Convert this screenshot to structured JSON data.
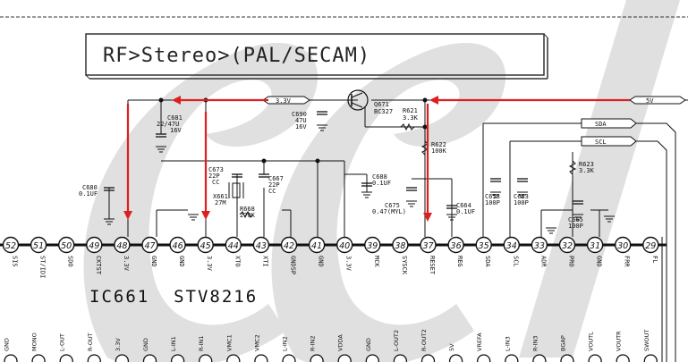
{
  "header": {
    "title": "RF>Stereo>(PAL/SECAM)"
  },
  "ic": {
    "label": "IC661  STV8216"
  },
  "nets": {
    "v33": "3.3V",
    "v5": "5V",
    "sda": "SDA",
    "scl": "SCL"
  },
  "transistor": {
    "ref": "Q671",
    "part": "BC327"
  },
  "components": {
    "c681": "C681",
    "c681_val": "22/47U",
    "c681_v": "16V",
    "c690": "C690",
    "c690_val": "47U",
    "c690_v": "16V",
    "c680": "C680",
    "c680_val": "0.1UF",
    "c673": "C673",
    "c673_val": "22P",
    "c673_t": "CC",
    "c667": "C667",
    "c667_val": "22P",
    "c667_t": "CC",
    "x661": "X661",
    "x661_val": "27M",
    "r668": "R668",
    "r668_val": "270K",
    "c688": "C688",
    "c688_val": "0.1UF",
    "r621": "R621",
    "r621_val": "3.3K",
    "r622": "R622",
    "r622_val": "100K",
    "c675": "C675",
    "c675_val": "0.47(MYL)",
    "c664": "C664",
    "c664_val": "0.1UF",
    "c658": "C658",
    "c658_val": "100P",
    "c663": "C663",
    "c663_val": "100P",
    "r623": "R623",
    "r623_val": "3.3K",
    "c665": "C665",
    "c665_val": "100P"
  },
  "top_pins": [
    {
      "num": "52",
      "label": "SIS"
    },
    {
      "num": "51",
      "label": "ST/IDI"
    },
    {
      "num": "50",
      "label": "SDO"
    },
    {
      "num": "49",
      "label": "CKTST"
    },
    {
      "num": "48",
      "label": "3.3V"
    },
    {
      "num": "47",
      "label": "GND"
    },
    {
      "num": "46",
      "label": "GND"
    },
    {
      "num": "45",
      "label": "3.3V"
    },
    {
      "num": "44",
      "label": "XTO"
    },
    {
      "num": "43",
      "label": "XTI"
    },
    {
      "num": "42",
      "label": "GNDSP"
    },
    {
      "num": "41",
      "label": "GND"
    },
    {
      "num": "40",
      "label": "3.3V"
    },
    {
      "num": "39",
      "label": "MCK"
    },
    {
      "num": "38",
      "label": "SYSCK"
    },
    {
      "num": "37",
      "label": "RESET"
    },
    {
      "num": "36",
      "label": "REG"
    },
    {
      "num": "35",
      "label": "SDA"
    },
    {
      "num": "34",
      "label": "SCL"
    },
    {
      "num": "33",
      "label": "ADR"
    },
    {
      "num": "32",
      "label": "PRO"
    },
    {
      "num": "31",
      "label": "GND"
    },
    {
      "num": "30",
      "label": "FRR"
    },
    {
      "num": "29",
      "label": "FL"
    }
  ],
  "bottom_pins": [
    "GND",
    "MONO",
    "L-OUT",
    "R-OUT",
    "3.3V",
    "GND",
    "L-IN1",
    "R-IN1",
    "VMC1",
    "VMC2",
    "L-IN2",
    "R-IN2",
    "VDDA",
    "GND",
    "L-OUT2",
    "R-OUT2",
    "5V",
    "VREFA",
    "L-IN3",
    "R-IN3",
    "BGAP",
    "VOUTL",
    "VOUTR",
    "SWOUT"
  ],
  "colors": {
    "accent": "#dd1f1f",
    "watermark": "#d0d0d0",
    "ink": "#111111"
  }
}
